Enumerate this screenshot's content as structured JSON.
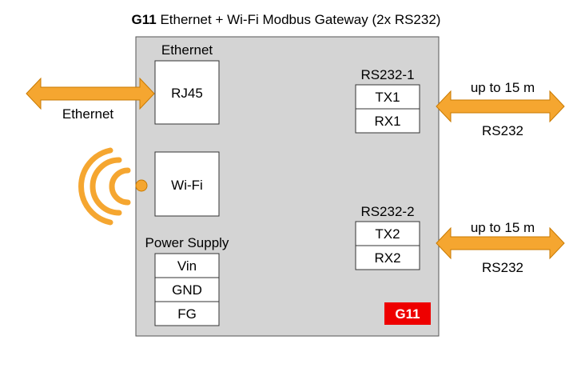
{
  "title": {
    "bold": "G11",
    "rest": " Ethernet + Wi-Fi Modbus Gateway (2x RS232)"
  },
  "ethernet": {
    "section_label": "Ethernet",
    "port_label": "RJ45",
    "arrow_label": "Ethernet"
  },
  "wifi": {
    "module_label": "Wi-Fi"
  },
  "power": {
    "section_label": "Power Supply",
    "pins": [
      "Vin",
      "GND",
      "FG"
    ]
  },
  "rs232_1": {
    "section_label": "RS232-1",
    "pins": [
      "TX1",
      "RX1"
    ],
    "distance_label": "up to 15 m",
    "bus_label": "RS232"
  },
  "rs232_2": {
    "section_label": "RS232-2",
    "pins": [
      "TX2",
      "RX2"
    ],
    "distance_label": "up to 15 m",
    "bus_label": "RS232"
  },
  "badge": {
    "label": "G11"
  },
  "colors": {
    "device_fill": "#d4d4d4",
    "arrow_fill": "#f5a630",
    "arrow_stroke": "#c97a00",
    "badge_bg": "#ee0000",
    "badge_text": "#ffffff"
  }
}
